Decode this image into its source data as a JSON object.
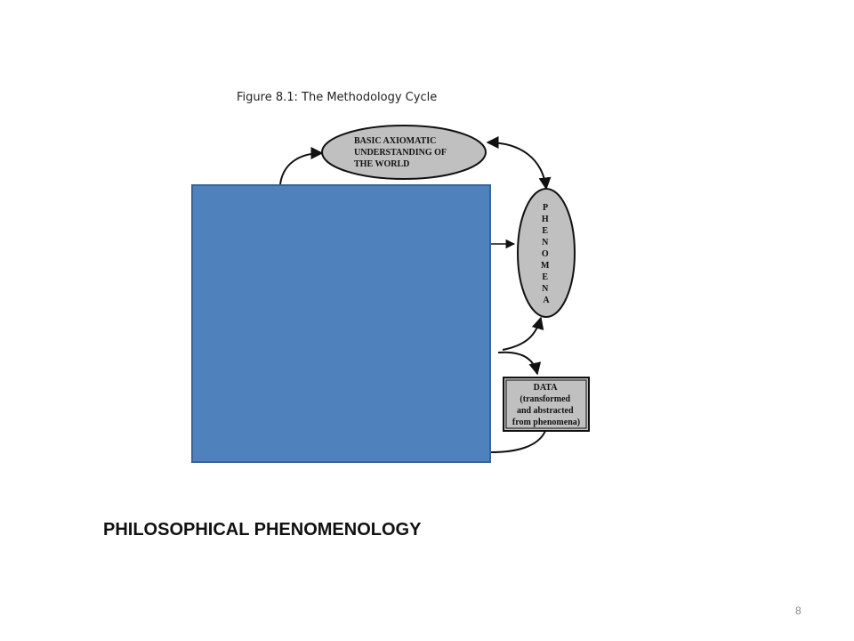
{
  "figure": {
    "title": "Figure 8.1: The Methodology Cycle",
    "nodes": {
      "axiomatic": [
        "BASIC AXIOMATIC",
        "UNDERSTANDING OF",
        "THE WORLD"
      ],
      "phenomena": [
        "P",
        "H",
        "E",
        "N",
        "O",
        "M",
        "E",
        "N",
        "A"
      ],
      "data": [
        "DATA",
        "(transformed",
        "and abstracted",
        "from phenomena)"
      ]
    }
  },
  "slide": {
    "title": "PHILOSOPHICAL PHENOMENOLOGY",
    "page_number": "8"
  },
  "colors": {
    "cover_rect": "#4f81bd",
    "node_fill": "#c0c0c0",
    "stroke": "#111111"
  }
}
